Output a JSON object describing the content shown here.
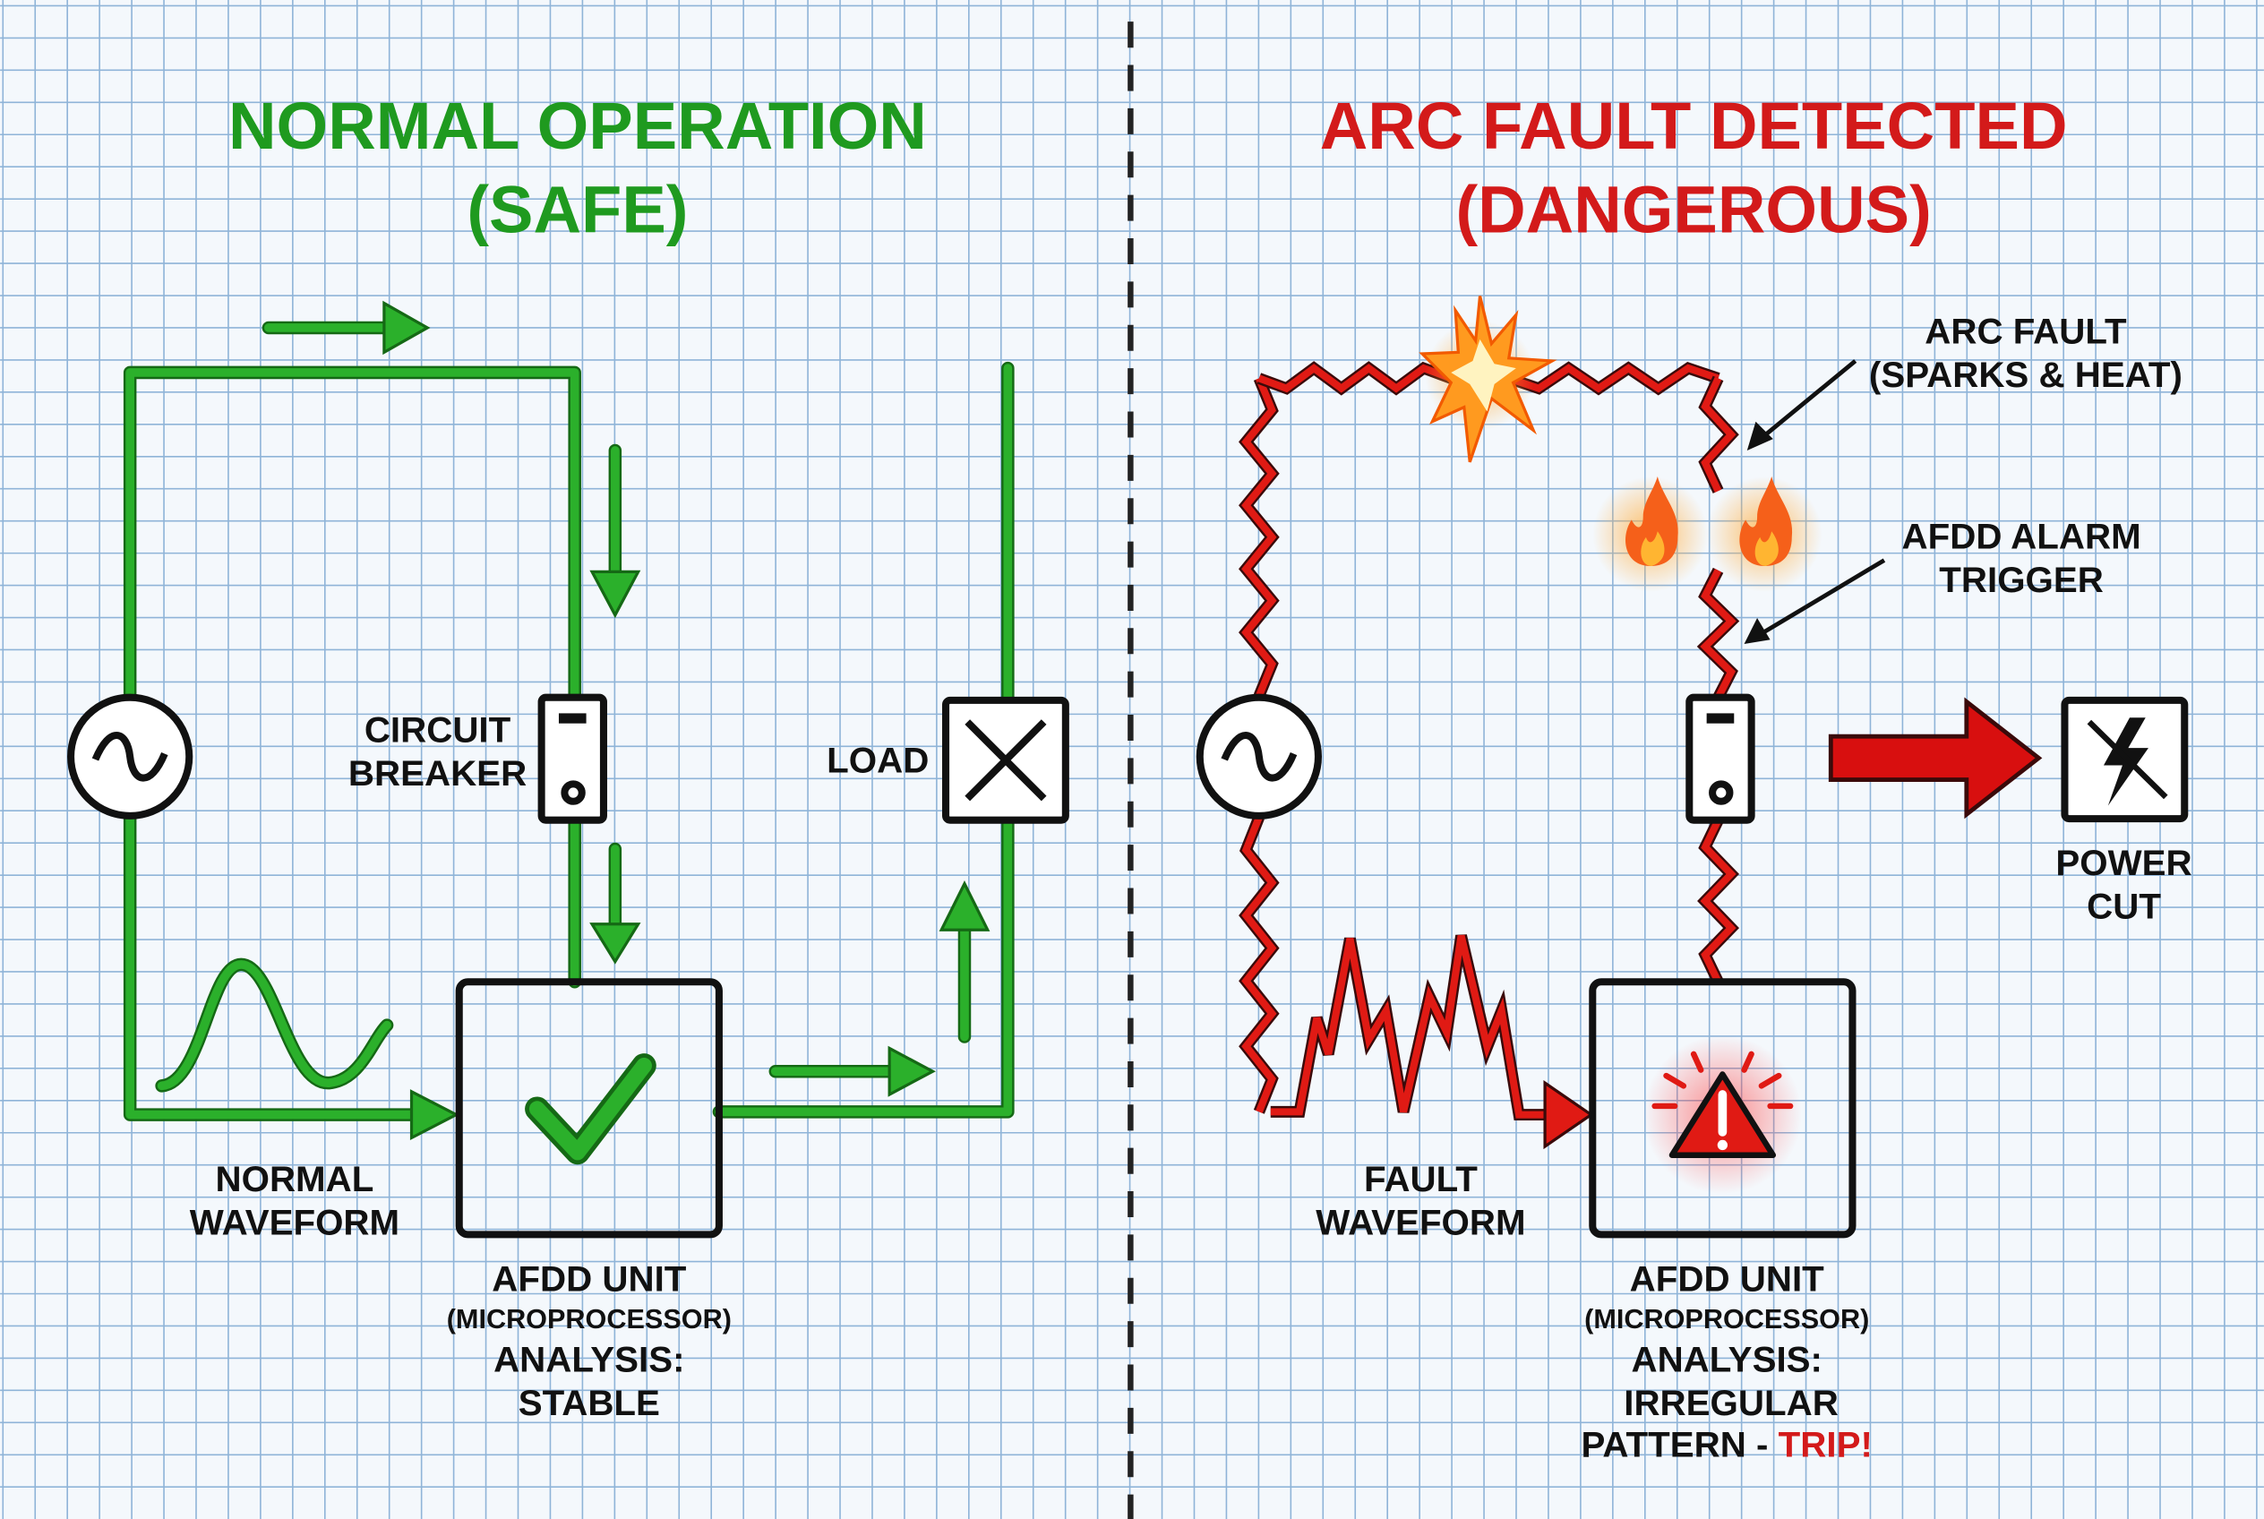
{
  "left": {
    "title_line1": "NORMAL OPERATION",
    "title_line2": "(SAFE)",
    "breaker_label_1": "CIRCUIT",
    "breaker_label_2": "BREAKER",
    "load_label": "LOAD",
    "waveform_label_1": "NORMAL",
    "waveform_label_2": "WAVEFORM",
    "unit_title": "AFDD UNIT",
    "unit_sub": "(MICROPROCESSOR)",
    "analysis_label": "ANALYSIS:",
    "analysis_value": "STABLE"
  },
  "right": {
    "title_line1": "ARC FAULT DETECTED",
    "title_line2": "(DANGEROUS)",
    "arc_label_1": "ARC FAULT",
    "arc_label_2": "(SPARKS & HEAT)",
    "alarm_label_1": "AFDD ALARM",
    "alarm_label_2": "TRIGGER",
    "power_label_1": "POWER",
    "power_label_2": "CUT",
    "waveform_label_1": "FAULT",
    "waveform_label_2": "WAVEFORM",
    "unit_title": "AFDD UNIT",
    "unit_sub": "(MICROPROCESSOR)",
    "analysis_label": "ANALYSIS:",
    "analysis_value_1": "IRREGULAR",
    "analysis_value_2": "PATTERN - ",
    "trip_label": "TRIP!"
  },
  "colors": {
    "safe": "#1f9a1f",
    "danger": "#d31a1a",
    "grid": "#8fb4d8"
  }
}
